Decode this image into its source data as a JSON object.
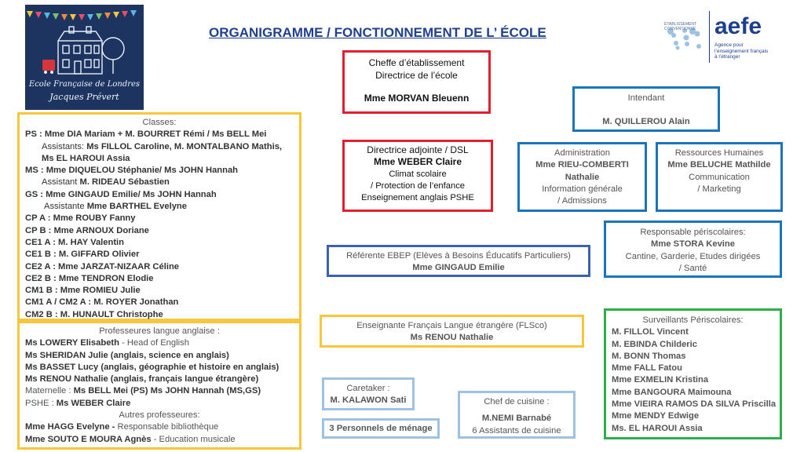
{
  "title": "ORGANIGRAMME / FONCTIONNEMENT DE L’ ÉCOLE",
  "logo": {
    "school_line1": "Ecole Française de Londres",
    "school_line2": "Jacques Prévert"
  },
  "aefe": {
    "brand": "aefe",
    "conventionne_line1": "ÉTABLISSEMENT",
    "conventionne_line2": "CONVENTIONNÉ",
    "agency_line1": "Agence pour",
    "agency_line2": "l’enseignement français",
    "agency_line3": "à l’étranger"
  },
  "cheffe": {
    "line1": "Cheffe d’établissement",
    "line2": "Directrice de l’école",
    "name": "Mme MORVAN Bleuenn"
  },
  "adjointe": {
    "line1": "Directrice adjointe / DSL",
    "name": "Mme WEBER Claire",
    "line3": "Climat scolaire",
    "line4": "/ Protection de l’enfance",
    "line5": "Enseignement anglais PSHE"
  },
  "intendant": {
    "label": "Intendant",
    "name": "M. QUILLEROU Alain"
  },
  "administration": {
    "label": "Administration",
    "name1": "Mme RIEU-COMBERTI",
    "name2": "Nathalie",
    "line4": "Information générale",
    "line5": "/ Admissions"
  },
  "rh": {
    "label": "Ressources Humaines",
    "name": "Mme BELUCHE Mathilde",
    "line3": "Communication",
    "line4": "/ Marketing"
  },
  "periscolaire": {
    "label": "Responsable périscolaires:",
    "name": "Mme STORA Kevine",
    "line3": "Cantine, Garderie, Etudes dirigées",
    "line4": "/ Santé"
  },
  "ebep": {
    "label": "Référente EBEP (Elèves à Besoins Éducatifs Particuliers)",
    "name": "Mme GINGAUD Emilie"
  },
  "flsco": {
    "label": "Enseignante Français Langue étrangère (FLSco)",
    "name": "Ms RENOU Nathalie"
  },
  "surveillants": {
    "label": "Surveillants Périscolaires:",
    "names": [
      "M. FILLOL Vincent",
      "M. EBINDA Childeric",
      "M. BONN Thomas",
      "Mme FALL Fatou",
      "Mme EXMELIN Kristina",
      "Mme BANGOURA Maimouna",
      "Mme VIEIRA RAMOS DA SILVA Priscilla",
      "Mme MENDY Edwige",
      "Ms. EL HAROUI Assia"
    ]
  },
  "caretaker": {
    "label": "Caretaker :",
    "name": "M. KALAWON Sati"
  },
  "menage": {
    "label": "3 Personnels de ménage"
  },
  "cuisine": {
    "label": "Chef de cuisine :",
    "name": "M.NEMI Barnabé",
    "line3": "6 Assistants de cuisine"
  },
  "classes": {
    "heading": "Classes:",
    "ps": "PS : Mme DIA Mariam + M. BOURRET Rémi / Ms BELL Mei",
    "ps_assist_prefix": "Assistants: ",
    "ps_assist": "Ms FILLOL Caroline, M. MONTALBANO Mathis,",
    "ps_assist2": "Ms EL HAROUI Assia",
    "ms": "MS : Mme DIQUELOU Stéphanie/ Ms JOHN Hannah",
    "ms_assist_prefix": "Assistant ",
    "ms_assist": "M. RIDEAU Sébastien",
    "gs": "GS : Mme GINGAUD Emilie/ Ms JOHN Hannah",
    "gs_assist_prefix": "Assistante ",
    "gs_assist": "Mme BARTHEL Evelyne",
    "rows": [
      "CP A : Mme ROUBY Fanny",
      "CP B : Mme ARNOUX Doriane",
      "CE1 A : M. HAY Valentin",
      "CE1 B : M. GIFFARD Olivier",
      "CE2 A : Mme JARZAT-NIZAAR Céline",
      "CE2 B : Mme TENDRON Elodie",
      "CM1 B : Mme ROMIEU Julie",
      "CM1 A / CM2 A : M. ROYER Jonathan",
      "CM2 B : M. HUNAULT Christophe"
    ]
  },
  "anglais": {
    "heading": "Professeures langue anglaise :",
    "l1_name": "Ms LOWERY Elisabeth",
    "l1_rest": " - Head of English",
    "l2": "Ms SHERIDAN Julie (anglais, science en anglais)",
    "l3": "Ms BASSET Lucy (anglais, géographie et histoire en anglais)",
    "l4": "Ms RENOU Nathalie (anglais, français langue étrangère)",
    "l5_prefix": "Maternelle : ",
    "l5": "Ms BELL Mei (PS)  Ms JOHN Hannah (MS,GS)",
    "l6_prefix": "PSHE : ",
    "l6": "Ms WEBER Claire",
    "autres_heading": "Autres professeures:",
    "a1_name": "Mme HAGG Evelyne -",
    "a1_rest": " Responsable bibliothèque",
    "a2_name": "Mme SOUTO E MOURA Agnès",
    "a2_rest": " - Education musicale"
  },
  "colors": {
    "red": "#e0202e",
    "blue": "#1b75bb",
    "navy": "#3b62b0",
    "yellow": "#f6c73a",
    "green": "#2fae4e",
    "light_blue": "#9cc2e5",
    "title": "#1f3f8f"
  }
}
